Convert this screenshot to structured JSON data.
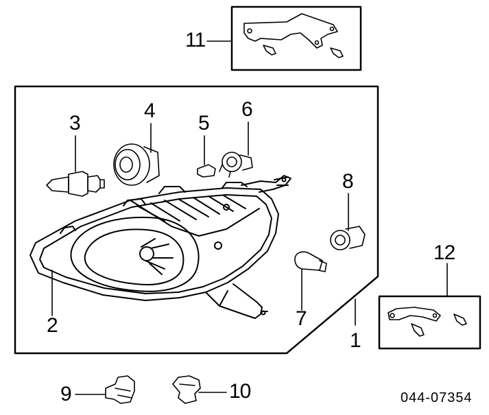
{
  "diagram": {
    "drawing_code": "044-07354",
    "callouts": {
      "c1": "1",
      "c2": "2",
      "c3": "3",
      "c4": "4",
      "c5": "5",
      "c6": "6",
      "c7": "7",
      "c8": "8",
      "c9": "9",
      "c10": "10",
      "c11": "11",
      "c12": "12"
    }
  }
}
